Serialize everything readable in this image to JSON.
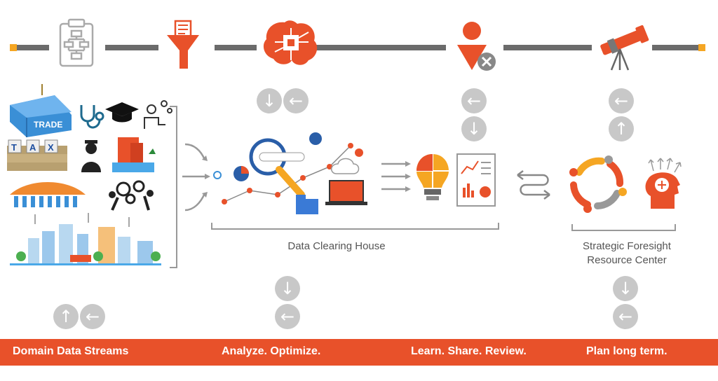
{
  "labels": {
    "data_clearing_house": "Data Clearing House",
    "strategic_foresight_line1": "Strategic Foresight",
    "strategic_foresight_line2": "Resource Center"
  },
  "bottom_bar": {
    "items": [
      "Domain Data Streams",
      "Analyze. Optimize.",
      "Learn. Share. Review.",
      "Plan long term."
    ]
  },
  "icons": {
    "timeline": [
      "flowchart-clipboard-icon",
      "funnel-icon",
      "brain-chip-icon",
      "person-tools-icon",
      "telescope-icon"
    ],
    "domains": [
      "international-trade-container-icon",
      "stethoscope-icon",
      "graduation-cap-icon",
      "researcher-icon",
      "tax-coins-icon",
      "police-officer-icon",
      "building-icon",
      "community-umbrella-icon",
      "teamwork-gears-icon",
      "smart-city-icon"
    ],
    "arrows": [
      "arrow-down",
      "arrow-left",
      "arrow-up"
    ]
  },
  "colors": {
    "accent": "#e8512a",
    "timeline_gray": "#6b6b6b",
    "timeline_end": "#f5a623",
    "arrow_circle": "#c8c8c8",
    "text_gray": "#555555"
  }
}
